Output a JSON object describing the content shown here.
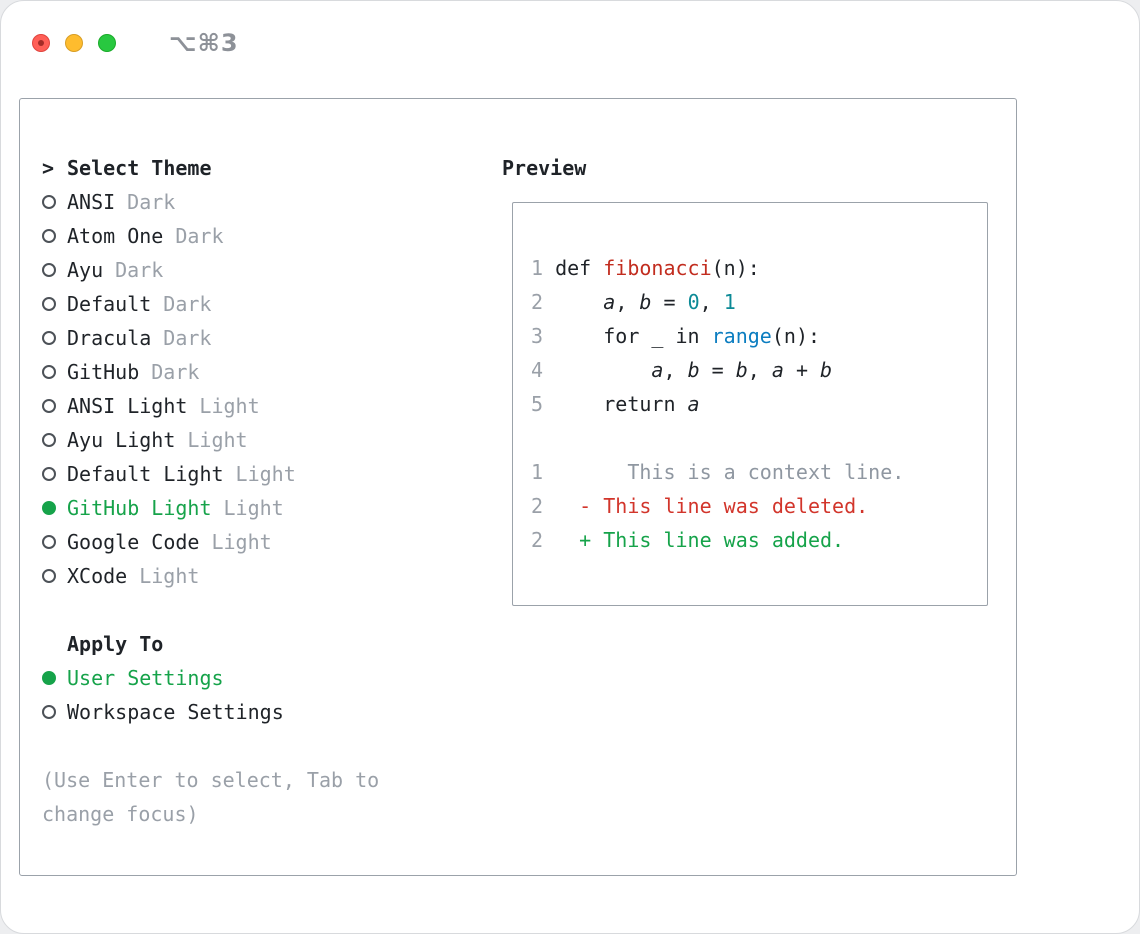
{
  "titlebar": {
    "shortcut": "⌥⌘3"
  },
  "theme_panel": {
    "prompt": ">",
    "title": "Select Theme",
    "themes": [
      {
        "name": "ANSI",
        "tag": "Dark",
        "selected": false
      },
      {
        "name": "Atom One",
        "tag": "Dark",
        "selected": false
      },
      {
        "name": "Ayu",
        "tag": "Dark",
        "selected": false
      },
      {
        "name": "Default",
        "tag": "Dark",
        "selected": false
      },
      {
        "name": "Dracula",
        "tag": "Dark",
        "selected": false
      },
      {
        "name": "GitHub",
        "tag": "Dark",
        "selected": false
      },
      {
        "name": "ANSI Light",
        "tag": "Light",
        "selected": false
      },
      {
        "name": "Ayu Light",
        "tag": "Light",
        "selected": false
      },
      {
        "name": "Default Light",
        "tag": "Light",
        "selected": false
      },
      {
        "name": "GitHub Light",
        "tag": "Light",
        "selected": true
      },
      {
        "name": "Google Code",
        "tag": "Light",
        "selected": false
      },
      {
        "name": "XCode",
        "tag": "Light",
        "selected": false
      }
    ],
    "apply_to": {
      "title": "Apply To",
      "options": [
        {
          "label": "User Settings",
          "selected": true
        },
        {
          "label": "Workspace Settings",
          "selected": false
        }
      ]
    },
    "hint": [
      "(Use Enter to select, Tab to",
      "change focus)"
    ]
  },
  "preview": {
    "title": "Preview",
    "code": [
      {
        "num": "1",
        "segments": [
          {
            "text": "def ",
            "style": "plain"
          },
          {
            "text": "fibonacci",
            "style": "function"
          },
          {
            "text": "(n):",
            "style": "plain"
          }
        ]
      },
      {
        "num": "2",
        "segments": [
          {
            "text": "    ",
            "style": "plain"
          },
          {
            "text": "a",
            "style": "var"
          },
          {
            "text": ", ",
            "style": "plain"
          },
          {
            "text": "b",
            "style": "var"
          },
          {
            "text": " = ",
            "style": "plain"
          },
          {
            "text": "0",
            "style": "number"
          },
          {
            "text": ", ",
            "style": "plain"
          },
          {
            "text": "1",
            "style": "number"
          }
        ]
      },
      {
        "num": "3",
        "segments": [
          {
            "text": "    for _ in ",
            "style": "plain"
          },
          {
            "text": "range",
            "style": "builtin"
          },
          {
            "text": "(n):",
            "style": "plain"
          }
        ]
      },
      {
        "num": "4",
        "segments": [
          {
            "text": "        ",
            "style": "plain"
          },
          {
            "text": "a",
            "style": "var"
          },
          {
            "text": ", ",
            "style": "plain"
          },
          {
            "text": "b",
            "style": "var"
          },
          {
            "text": " = ",
            "style": "plain"
          },
          {
            "text": "b",
            "style": "var"
          },
          {
            "text": ", ",
            "style": "plain"
          },
          {
            "text": "a",
            "style": "var"
          },
          {
            "text": " + ",
            "style": "plain"
          },
          {
            "text": "b",
            "style": "var"
          }
        ]
      },
      {
        "num": "5",
        "segments": [
          {
            "text": "    return ",
            "style": "plain"
          },
          {
            "text": "a",
            "style": "var"
          }
        ]
      },
      {
        "num": "",
        "segments": []
      },
      {
        "num": "1",
        "segments": [
          {
            "text": "      This is a context line.",
            "style": "context"
          }
        ]
      },
      {
        "num": "2",
        "segments": [
          {
            "text": "  - This line was deleted.",
            "style": "deleted"
          }
        ]
      },
      {
        "num": "2",
        "segments": [
          {
            "text": "  + This line was added.",
            "style": "added"
          }
        ]
      }
    ]
  },
  "colors": {
    "accent_green": "#16a34a",
    "radio_outline": "#4d5258",
    "text_primary": "#1f2328",
    "muted_gray": "#9aa0a8",
    "context_gray": "#8f97a1",
    "panel_border": "#9ba2aa",
    "syntax_function_red": "#c22d1f",
    "syntax_number_teal": "#0c8a96",
    "syntax_builtin_blue": "#0b7dc0",
    "diff_deleted_red": "#d2352b",
    "diff_added_green": "#16a34a",
    "traffic_red": "#ff5f57",
    "traffic_yellow": "#febc2e",
    "traffic_green": "#28c840"
  }
}
